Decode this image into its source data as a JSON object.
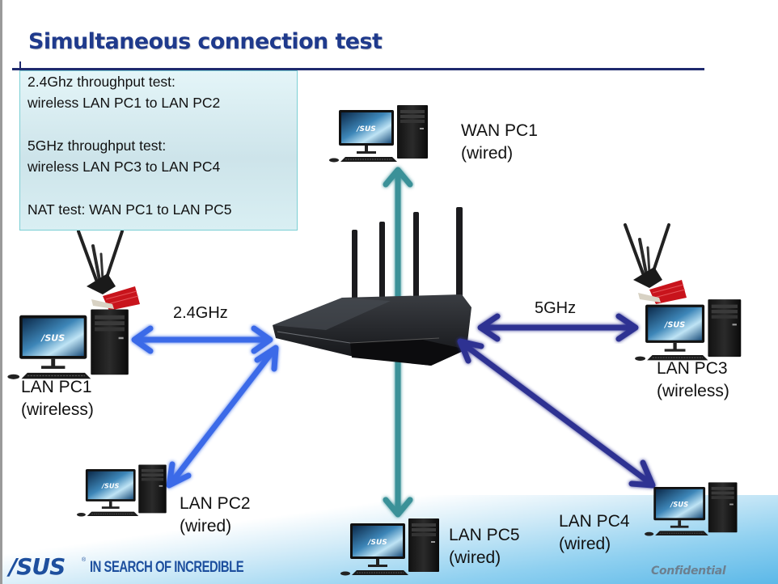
{
  "slide": {
    "title": "Simultaneous connection test",
    "info_box": {
      "lines": [
        "2.4Ghz  throughput  test:",
        "wireless LAN PC1 to LAN PC2",
        "",
        "5GHz throughput  test:",
        "wireless LAN PC3 to LAN PC4",
        "",
        "NAT  test: WAN PC1 to LAN PC5"
      ]
    },
    "nodes": {
      "wan_pc1": {
        "name": "WAN PC1",
        "type": "(wired)",
        "icon": "desktop-pc-icon"
      },
      "lan_pc1": {
        "name": "LAN PC1",
        "type": "(wireless)",
        "icon": "desktop-pc-with-wifi-card-icon"
      },
      "lan_pc2": {
        "name": "LAN PC2",
        "type": "(wired)",
        "icon": "desktop-pc-icon"
      },
      "lan_pc3": {
        "name": "LAN PC3",
        "type": "(wireless)",
        "icon": "desktop-pc-with-wifi-card-icon"
      },
      "lan_pc4": {
        "name": "LAN PC4",
        "type": "(wired)",
        "icon": "desktop-pc-icon"
      },
      "lan_pc5": {
        "name": "LAN PC5",
        "type": "(wired)",
        "icon": "desktop-pc-icon"
      },
      "router": {
        "icon": "wireless-router-icon"
      }
    },
    "links": {
      "band_24": "2.4GHz",
      "band_5": "5GHz"
    },
    "colors": {
      "title": "#1f3a8c",
      "rule": "#1f2a6e",
      "link_24ghz": "#3b6ae8",
      "link_5ghz": "#2e3192",
      "link_nat": "#3a9198",
      "info_border": "#7ccfd4"
    },
    "footer": {
      "brand": "/SUS",
      "tagline": "IN SEARCH OF INCREDIBLE",
      "registered": "®",
      "confidential": "Confidential"
    }
  }
}
